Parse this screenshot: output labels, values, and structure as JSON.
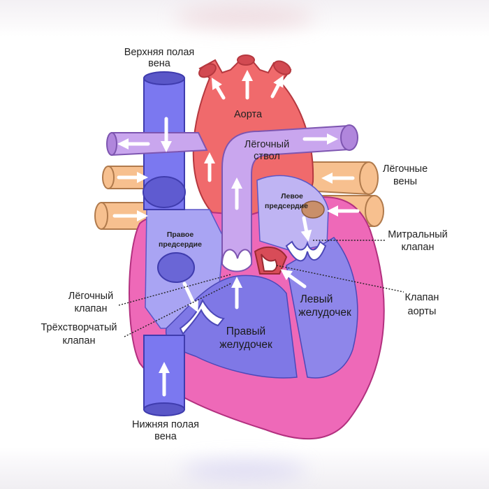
{
  "colors": {
    "vein_blue": "#7b78f0",
    "vein_blue_dark": "#5a57c8",
    "aorta_red": "#f06a6c",
    "aorta_red_dark": "#d24a52",
    "pulmonary_lilac": "#c9a6ee",
    "pulmonary_vein_orange": "#f7c08f",
    "heart_pink": "#ee69b8",
    "right_atrium_fill": "#a9a4f3",
    "right_ventricle_fill": "#7f78e6",
    "left_atrium_fill": "#bfb4f3",
    "left_ventricle_fill": "#8e86ea",
    "valve_fill": "#ffffff",
    "arrow": "#ffffff"
  },
  "labels": {
    "superior_vena_cava": [
      "Верхняя полая",
      "вена"
    ],
    "aorta": "Аорта",
    "pulmonary_trunk": [
      "Лёгочный",
      "ствол"
    ],
    "pulmonary_veins": [
      "Лёгочные",
      "вены"
    ],
    "left_atrium": [
      "Левое",
      "предсердие"
    ],
    "mitral_valve": [
      "Митральный",
      "клапан"
    ],
    "right_atrium": [
      "Правое",
      "предсердие"
    ],
    "pulmonary_valve": [
      "Лёгочный",
      "клапан"
    ],
    "tricuspid_valve": [
      "Трёхстворчатый",
      "клапан"
    ],
    "right_ventricle": [
      "Правый",
      "желудочек"
    ],
    "left_ventricle": [
      "Левый",
      "желудочек"
    ],
    "aortic_valve": [
      "Клапан",
      "аорты"
    ],
    "inferior_vena_cava": [
      "Нижняя полая",
      "вена"
    ]
  }
}
